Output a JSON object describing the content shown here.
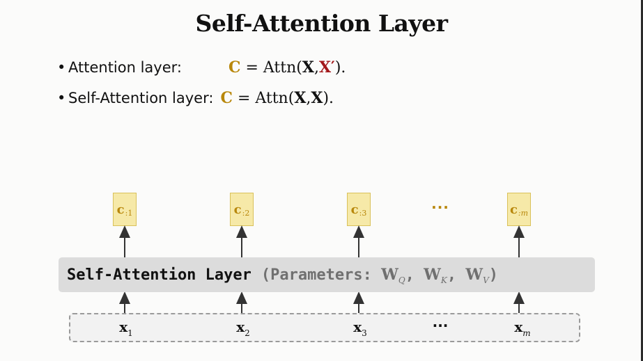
{
  "title": "Self-Attention Layer",
  "bullets": [
    {
      "marker": "•",
      "label": "Attention layer:",
      "lhs": "C",
      "eq": " = Attn(",
      "arg1": "X",
      "comma": ",",
      "arg2": "X′",
      "close": ")."
    },
    {
      "marker": "•",
      "label": "Self-Attention layer:",
      "lhs": "C",
      "eq": " = Attn(",
      "arg1": "X",
      "comma": ",",
      "arg2": "X",
      "close": ")."
    }
  ],
  "outputs": [
    {
      "main": "c",
      "sub": ":1"
    },
    {
      "main": "c",
      "sub": ":2"
    },
    {
      "main": "c",
      "sub": ":3"
    },
    {
      "main": "c",
      "sub": ":m"
    }
  ],
  "output_ellipsis": "···",
  "layer": {
    "name": "Self-Attention Layer",
    "params_open": "(Parameters: ",
    "wq": "W",
    "wq_sub": "Q",
    "sep1": ", ",
    "wk": "W",
    "wk_sub": "K",
    "sep2": ", ",
    "wv": "W",
    "wv_sub": "V",
    "params_close": ")"
  },
  "inputs": [
    {
      "main": "x",
      "sub": "1"
    },
    {
      "main": "x",
      "sub": "2"
    },
    {
      "main": "x",
      "sub": "3"
    },
    {
      "main": "x",
      "sub": "m"
    }
  ],
  "input_ellipsis": "···",
  "colors": {
    "gold": "#b8870b",
    "red": "#a3181b",
    "box_fill": "#f6e9a8",
    "layer_fill": "#dcdcdc",
    "params_gray": "#707070"
  }
}
